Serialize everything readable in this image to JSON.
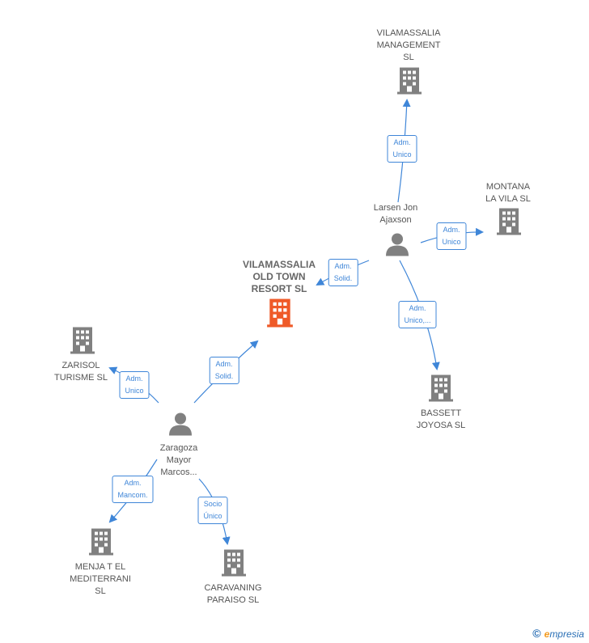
{
  "colors": {
    "edge": "#3f86d8",
    "building": "#808080",
    "building_highlight": "#ef5a28",
    "person": "#808080"
  },
  "nodes": {
    "vilamassalia_management": {
      "label": "VILAMASSALIA\nMANAGEMENT\nSL",
      "icon": "building-icon"
    },
    "montana_la_vila": {
      "label": "MONTANA\nLA VILA  SL",
      "icon": "building-icon"
    },
    "larsen": {
      "label": "Larsen Jon\nAjaxson",
      "icon": "person-icon"
    },
    "old_town_resort": {
      "label": "VILAMASSALIA\nOLD TOWN\nRESORT  SL",
      "icon": "building-icon"
    },
    "zarisol": {
      "label": "ZARISOL\nTURISME  SL",
      "icon": "building-icon"
    },
    "bassett": {
      "label": "BASSETT\nJOYOSA  SL",
      "icon": "building-icon"
    },
    "zaragoza": {
      "label": "Zaragoza\nMayor\nMarcos...",
      "icon": "person-icon"
    },
    "menja": {
      "label": "MENJA T EL\nMEDITERRANI\nSL",
      "icon": "building-icon"
    },
    "caravaning": {
      "label": "CARAVANING\nPARAISO SL",
      "icon": "building-icon"
    }
  },
  "edges": {
    "larsen_management": "Adm.\nUnico",
    "larsen_montana": "Adm.\nUnico",
    "larsen_oldtown": "Adm.\nSolid.",
    "larsen_bassett": "Adm.\nUnico,...",
    "zaragoza_oldtown": "Adm.\nSolid.",
    "zaragoza_zarisol": "Adm.\nUnico",
    "zaragoza_menja": "Adm.\nMancom.",
    "zaragoza_caravaning": "Socio\nÚnico"
  },
  "brand": {
    "copyright": "©",
    "e": "e",
    "rest": "mpresia"
  }
}
